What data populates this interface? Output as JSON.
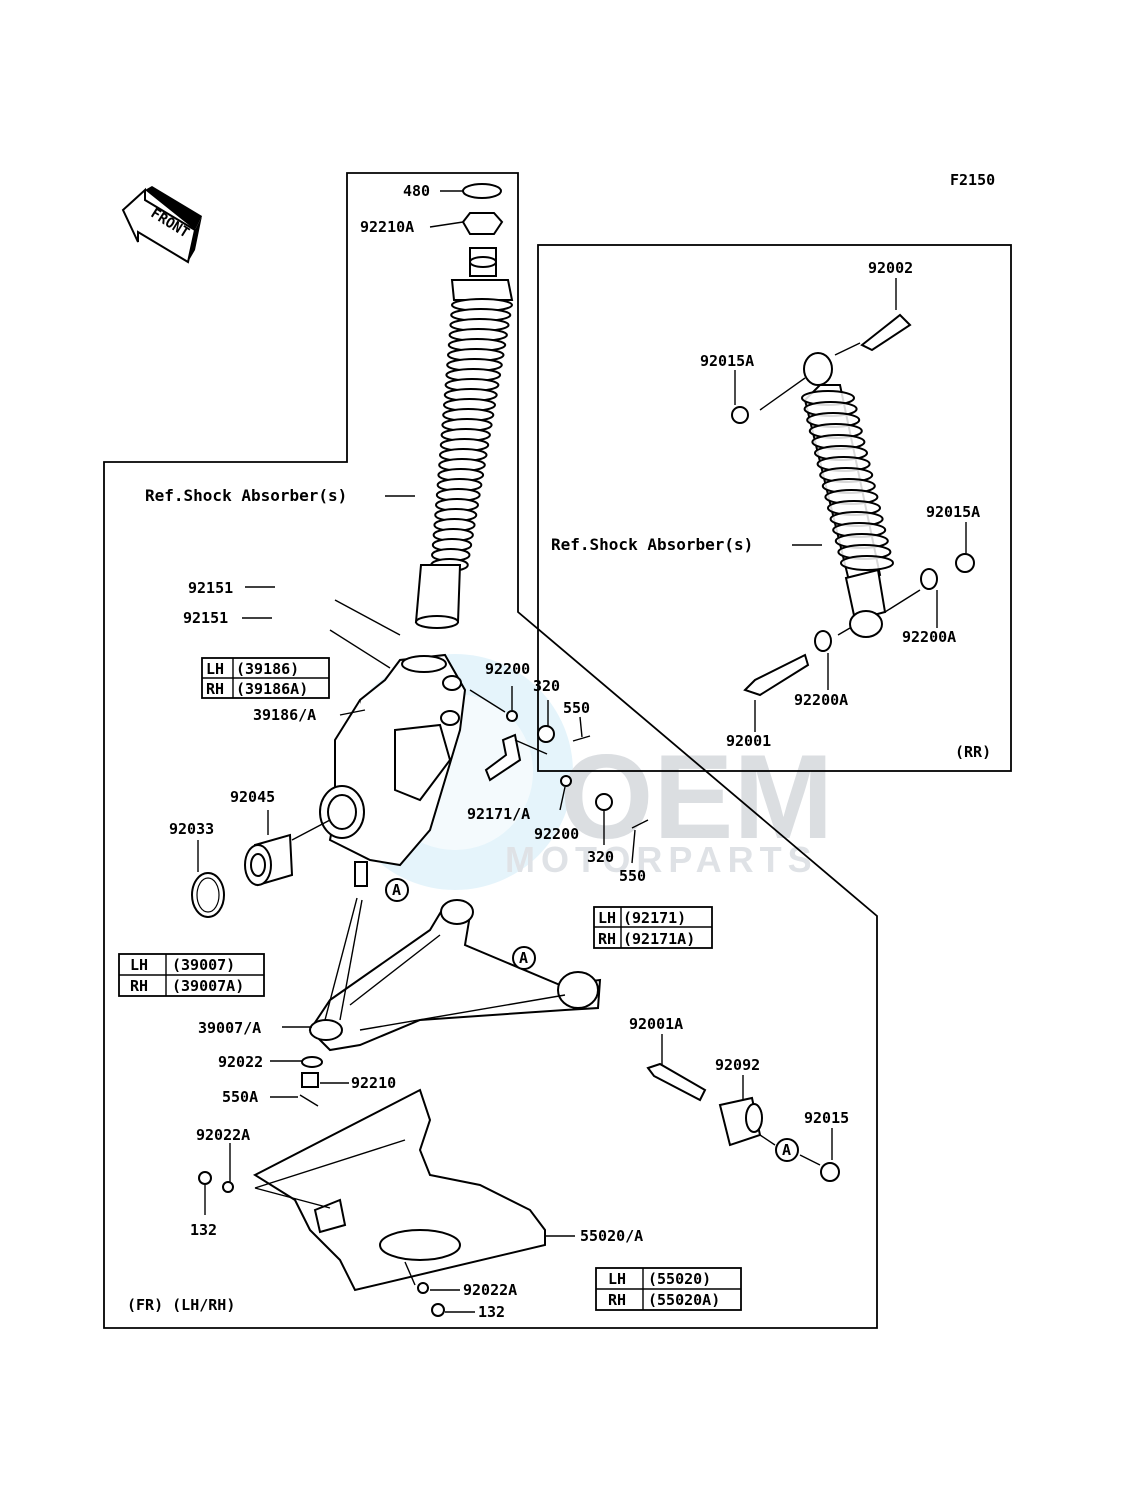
{
  "code": "F2150",
  "front_label": "FRONT",
  "watermark": {
    "brand": "OEM",
    "sub": "MOTORPARTS"
  },
  "front_section": {
    "caption": "(FR) (LH/RH)",
    "ref_shock": "Ref.Shock Absorber(s)",
    "labels": {
      "p480": "480",
      "p92210A": "92210A",
      "p92151_a": "92151",
      "p92151_b": "92151",
      "p39186": "39186/A",
      "p92200_a": "92200",
      "p320_a": "320",
      "p550_a": "550",
      "p92171": "92171/A",
      "p92200_b": "92200",
      "p320_b": "320",
      "p550_b": "550",
      "p92045": "92045",
      "p92033": "92033",
      "p39007": "39007/A",
      "p92022": "92022",
      "p92210": "92210",
      "p550A": "550A",
      "p92022A_a": "92022A",
      "p132_a": "132",
      "p55020": "55020/A",
      "p92022A_b": "92022A",
      "p132_b": "132",
      "p92001A": "92001A",
      "p92092": "92092",
      "p92015": "92015",
      "marker_a": "A"
    },
    "tables": {
      "t39186": {
        "lh": "LH",
        "lh_val": "(39186)",
        "rh": "RH",
        "rh_val": "(39186A)"
      },
      "t92171": {
        "lh": "LH",
        "lh_val": "(92171)",
        "rh": "RH",
        "rh_val": "(92171A)"
      },
      "t39007": {
        "lh": "LH",
        "lh_val": "(39007)",
        "rh": "RH",
        "rh_val": "(39007A)"
      },
      "t55020": {
        "lh": "LH",
        "lh_val": "(55020)",
        "rh": "RH",
        "rh_val": "(55020A)"
      }
    }
  },
  "rear_section": {
    "caption": "(RR)",
    "ref_shock": "Ref.Shock Absorber(s)",
    "labels": {
      "p92002": "92002",
      "p92015A_a": "92015A",
      "p92015A_b": "92015A",
      "p92200A_a": "92200A",
      "p92200A_b": "92200A",
      "p92001": "92001"
    }
  }
}
